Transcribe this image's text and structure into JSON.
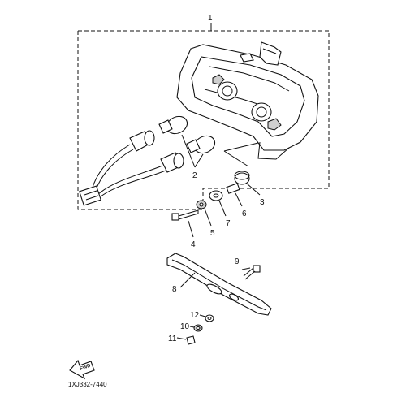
{
  "callouts": {
    "c1": "1",
    "c2": "2",
    "c3": "3",
    "c4": "4",
    "c5": "5",
    "c6": "6",
    "c7": "7",
    "c8": "8",
    "c9": "9",
    "c10": "10",
    "c11": "11",
    "c12": "12"
  },
  "front_mark": "FWD",
  "diagram_code": "1XJ332-7440"
}
